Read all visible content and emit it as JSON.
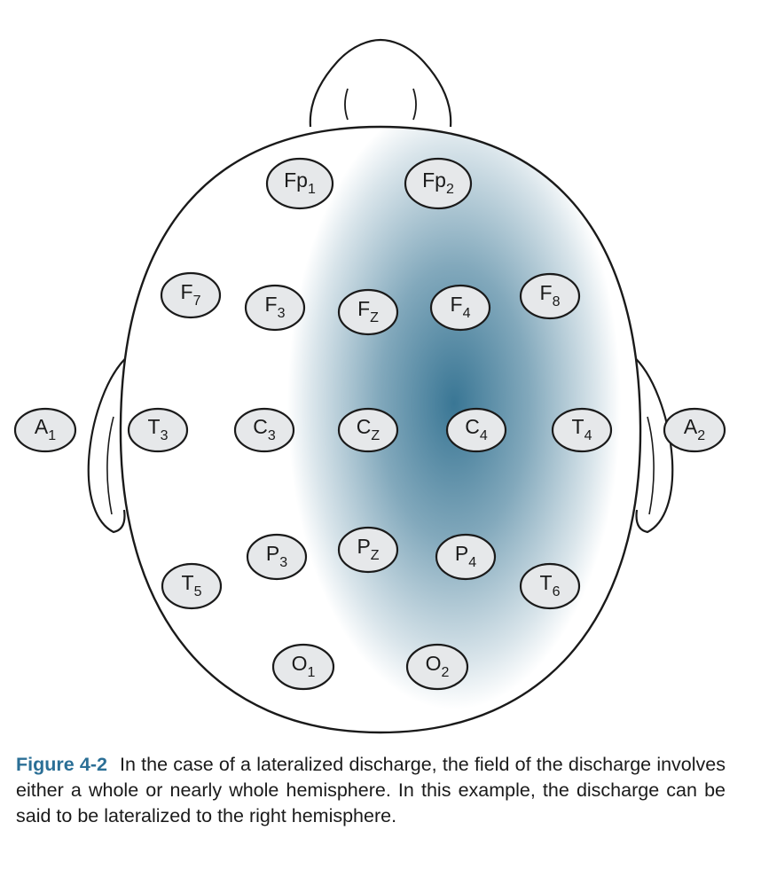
{
  "colors": {
    "discharge_field": "#2f6f8f",
    "electrode_fill": "#e6e8ea",
    "outline": "#1a1a1a",
    "caption_label": "#2b6f96"
  },
  "electrodes": [
    {
      "id": "fp1",
      "base": "Fp",
      "sub": "1"
    },
    {
      "id": "fp2",
      "base": "Fp",
      "sub": "2"
    },
    {
      "id": "f7",
      "base": "F",
      "sub": "7"
    },
    {
      "id": "f3",
      "base": "F",
      "sub": "3"
    },
    {
      "id": "fz",
      "base": "F",
      "sub": "Z"
    },
    {
      "id": "f4",
      "base": "F",
      "sub": "4"
    },
    {
      "id": "f8",
      "base": "F",
      "sub": "8"
    },
    {
      "id": "a1",
      "base": "A",
      "sub": "1"
    },
    {
      "id": "t3",
      "base": "T",
      "sub": "3"
    },
    {
      "id": "c3",
      "base": "C",
      "sub": "3"
    },
    {
      "id": "cz",
      "base": "C",
      "sub": "Z"
    },
    {
      "id": "c4",
      "base": "C",
      "sub": "4"
    },
    {
      "id": "t4",
      "base": "T",
      "sub": "4"
    },
    {
      "id": "a2",
      "base": "A",
      "sub": "2"
    },
    {
      "id": "p3",
      "base": "P",
      "sub": "3"
    },
    {
      "id": "pz",
      "base": "P",
      "sub": "Z"
    },
    {
      "id": "p4",
      "base": "P",
      "sub": "4"
    },
    {
      "id": "t5",
      "base": "T",
      "sub": "5"
    },
    {
      "id": "t6",
      "base": "T",
      "sub": "6"
    },
    {
      "id": "o1",
      "base": "O",
      "sub": "1"
    },
    {
      "id": "o2",
      "base": "O",
      "sub": "2"
    }
  ],
  "caption": {
    "label": "Figure 4-2",
    "text": "In the case of a lateralized discharge, the field of the discharge involves either a whole or nearly whole hemisphere. In this example, the discharge can be said to be lateralized to the right hemisphere."
  }
}
